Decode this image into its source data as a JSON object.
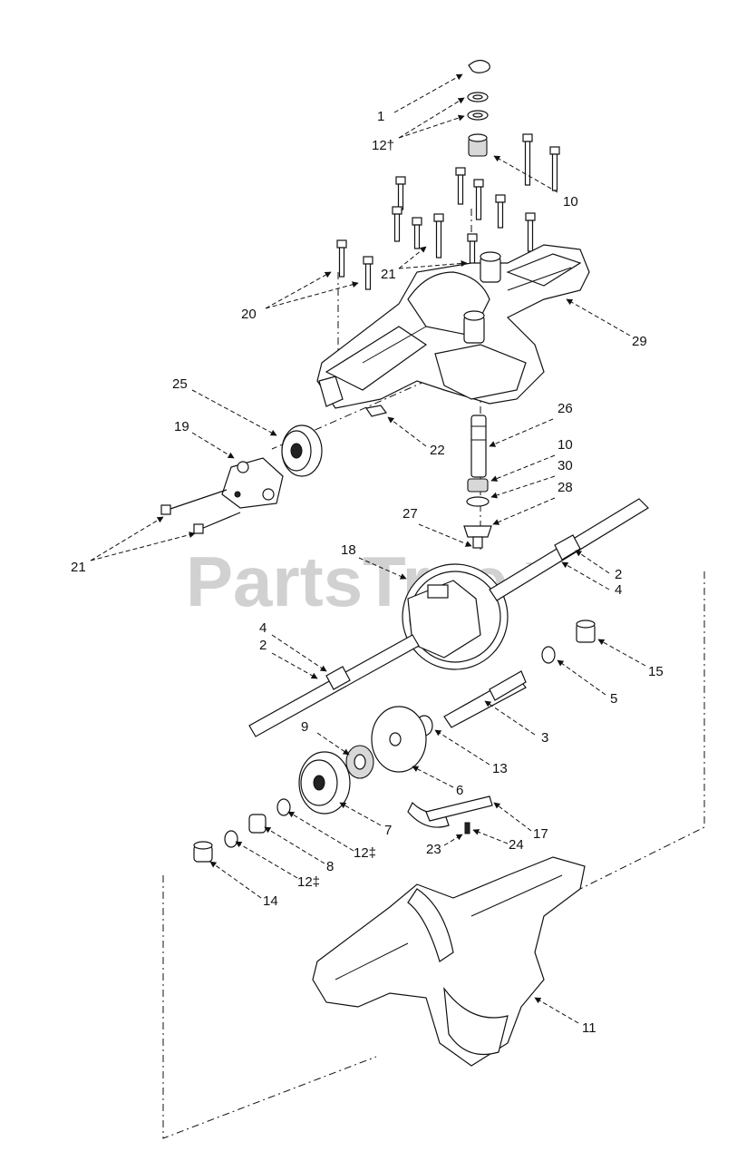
{
  "watermark": {
    "text": "PartsTree",
    "trademark": "TM"
  },
  "callouts": [
    {
      "key": "c1",
      "text": "1"
    },
    {
      "key": "c12a",
      "text": "12†"
    },
    {
      "key": "c10a",
      "text": "10"
    },
    {
      "key": "c21a",
      "text": "21"
    },
    {
      "key": "c20",
      "text": "20"
    },
    {
      "key": "c29",
      "text": "29"
    },
    {
      "key": "c25",
      "text": "25"
    },
    {
      "key": "c19",
      "text": "19"
    },
    {
      "key": "c22",
      "text": "22"
    },
    {
      "key": "c26",
      "text": "26"
    },
    {
      "key": "c10b",
      "text": "10"
    },
    {
      "key": "c30",
      "text": "30"
    },
    {
      "key": "c28",
      "text": "28"
    },
    {
      "key": "c27",
      "text": "27"
    },
    {
      "key": "c21b",
      "text": "21"
    },
    {
      "key": "c18",
      "text": "18"
    },
    {
      "key": "c2a",
      "text": "2"
    },
    {
      "key": "c4a",
      "text": "4"
    },
    {
      "key": "c4b",
      "text": "4"
    },
    {
      "key": "c2b",
      "text": "2"
    },
    {
      "key": "c15",
      "text": "15"
    },
    {
      "key": "c5",
      "text": "5"
    },
    {
      "key": "c3",
      "text": "3"
    },
    {
      "key": "c9",
      "text": "9"
    },
    {
      "key": "c13",
      "text": "13"
    },
    {
      "key": "c6",
      "text": "6"
    },
    {
      "key": "c7",
      "text": "7"
    },
    {
      "key": "c17",
      "text": "17"
    },
    {
      "key": "c24",
      "text": "24"
    },
    {
      "key": "c23",
      "text": "23"
    },
    {
      "key": "c12b",
      "text": "12‡"
    },
    {
      "key": "c8",
      "text": "8"
    },
    {
      "key": "c12c",
      "text": "12‡"
    },
    {
      "key": "c14",
      "text": "14"
    },
    {
      "key": "c11",
      "text": "11"
    }
  ]
}
